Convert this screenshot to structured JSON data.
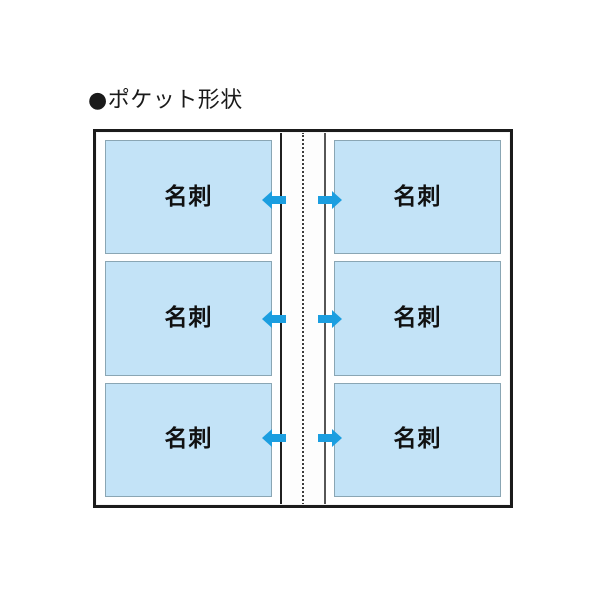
{
  "figure": {
    "bullet": "●",
    "title": "ポケット形状",
    "title_full": "●ポケット形状"
  },
  "colors": {
    "card_fill": "#c3e3f7",
    "card_border": "#8aa6b4",
    "frame_border": "#1b1b1b",
    "arrow_fill": "#1b9ee0",
    "spine_fold": "#3c3c3c",
    "background": "#ffffff",
    "text": "#111111"
  },
  "binder": {
    "name": "business-card-binder",
    "pages": [
      {
        "side": "left",
        "name": "left-page",
        "cards": [
          {
            "label": "名刺"
          },
          {
            "label": "名刺"
          },
          {
            "label": "名刺"
          }
        ]
      },
      {
        "side": "right",
        "name": "right-page",
        "cards": [
          {
            "label": "名刺"
          },
          {
            "label": "名刺"
          },
          {
            "label": "名刺"
          }
        ]
      }
    ],
    "spine": {
      "name": "binder-spine",
      "fold_line_style": "dotted"
    },
    "arrows": [
      {
        "direction": "left",
        "row": 1,
        "icon": "arrow-left-icon"
      },
      {
        "direction": "left",
        "row": 2,
        "icon": "arrow-left-icon"
      },
      {
        "direction": "left",
        "row": 3,
        "icon": "arrow-left-icon"
      },
      {
        "direction": "right",
        "row": 1,
        "icon": "arrow-right-icon"
      },
      {
        "direction": "right",
        "row": 2,
        "icon": "arrow-right-icon"
      },
      {
        "direction": "right",
        "row": 3,
        "icon": "arrow-right-icon"
      }
    ]
  }
}
